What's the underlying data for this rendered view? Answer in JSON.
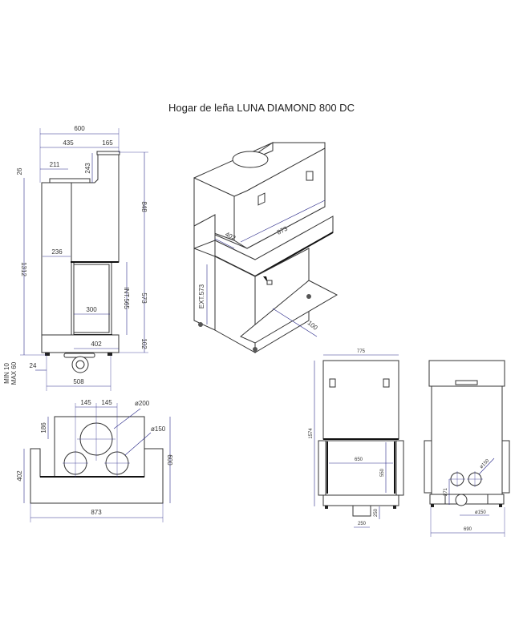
{
  "title": "Hogar de leña LUNA DIAMOND 800 DC",
  "side_view": {
    "width_total": "600",
    "width_front": "435",
    "width_hood": "165",
    "top_offset": "211",
    "hood_height": "243",
    "top_step": "26",
    "hood_total": "848",
    "total_height": "1312",
    "depth_inner": "236",
    "door_height_ext": "573",
    "door_height_int": "INT.565",
    "firebox_depth": "300",
    "base_depth": "402",
    "base_height": "102",
    "leg_offset": "24",
    "leg_span": "508",
    "leg_adjust_min": "MIN 10",
    "leg_adjust_max": "MAX 60"
  },
  "top_view": {
    "offset_left": "145",
    "offset_right": "145",
    "flue_diameter": "ø200",
    "air_diameter": "ø150",
    "flue_depth": "186",
    "depth": "600",
    "side_depth": "402",
    "width": "873"
  },
  "iso_view": {
    "depth": "402",
    "width": "873",
    "ext_height": "EXT.573",
    "air_inlet": "100"
  },
  "front_view": {
    "width": "775",
    "height": "1574",
    "glass_width": "650",
    "glass_height": "550",
    "inlet_width": "250",
    "inlet_height": "250"
  },
  "back_view": {
    "air_height": "271",
    "air_diameter_upper": "ø150",
    "air_diameter_lower": "ø150",
    "leg_span": "690"
  }
}
